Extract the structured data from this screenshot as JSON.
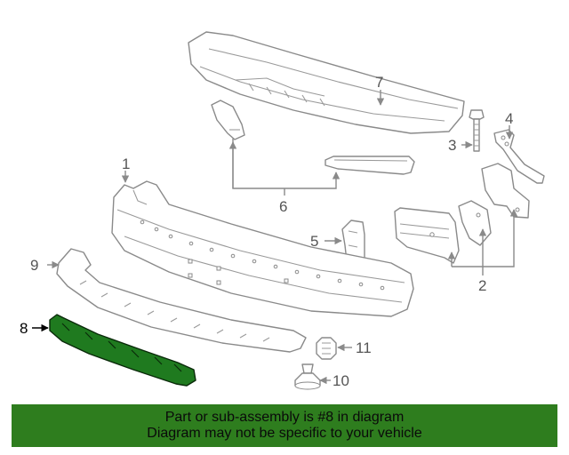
{
  "diagram": {
    "callouts": {
      "c1": "1",
      "c2": "2",
      "c3": "3",
      "c4": "4",
      "c5": "5",
      "c6": "6",
      "c7": "7",
      "c8": "8",
      "c9": "9",
      "c10": "10",
      "c11": "11"
    },
    "highlighted_part": "8",
    "highlight_color": "#1f7a1f",
    "line_color": "#8a8a8a"
  },
  "banner": {
    "line1": "Part or sub-assembly is #8 in diagram",
    "line2": "Diagram may not be specific to your vehicle",
    "background_color": "#2e7d1e"
  }
}
